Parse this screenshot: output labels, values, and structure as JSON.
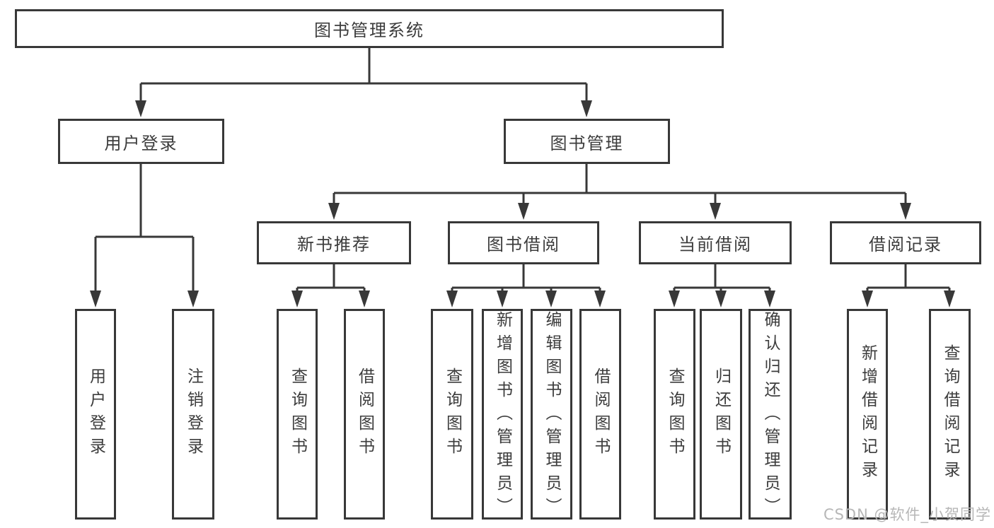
{
  "diagram": {
    "root": {
      "label": "图书管理系统"
    },
    "level2": [
      {
        "label": "用户登录"
      },
      {
        "label": "图书管理"
      }
    ],
    "level3": [
      {
        "label": "新书推荐"
      },
      {
        "label": "图书借阅"
      },
      {
        "label": "当前借阅"
      },
      {
        "label": "借阅记录"
      }
    ],
    "leaves": {
      "user_login": [
        "用户登录",
        "注销登录"
      ],
      "new_book": [
        "查询图书",
        "借阅图书"
      ],
      "book_borrow": [
        "查询图书",
        "新增图书（管理员）",
        "编辑图书（管理员）",
        "借阅图书"
      ],
      "current_borrow": [
        "查询图书",
        "归还图书",
        "确认归还（管理员）"
      ],
      "borrow_record": [
        "新增借阅记录",
        "查询借阅记录"
      ]
    }
  },
  "watermark": "CSDN @软件_小贺同学",
  "colors": {
    "line": "#383838",
    "text": "#3c3c3c",
    "watermark": "#b7b7b7",
    "background": "#ffffff"
  }
}
